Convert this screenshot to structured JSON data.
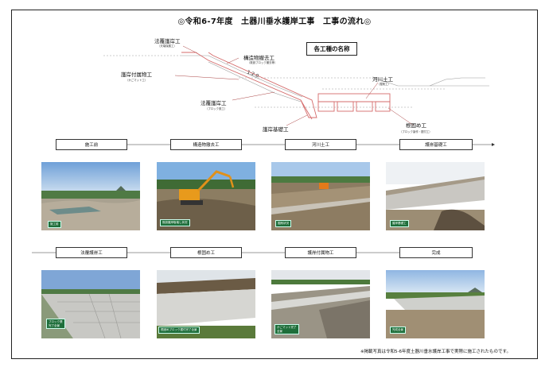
{
  "title": "◎令和6-7年度　土器川垂水護岸工事　工事の流れ◎",
  "legend_title": "各工種の名称",
  "diagram": {
    "labels": [
      {
        "name": "法覆護岸工",
        "sub": "（天端保護工）"
      },
      {
        "name": "構造物撤去工",
        "sub": "（既設ブロック撤去等）"
      },
      {
        "name": "護岸付属物工",
        "sub": "（かごマット工）"
      },
      {
        "name": "法覆護岸工",
        "sub": "（ブロック張工）"
      },
      {
        "name": "護岸基礎工",
        "sub": ""
      },
      {
        "name": "河川土工",
        "sub": "（掘削工）"
      },
      {
        "name": "根固め工",
        "sub": "（ブロック製作・据付工）"
      }
    ],
    "slope": "1:2.0"
  },
  "flow1": [
    "施工前",
    "構造物撤去工",
    "河川土工",
    "護岸基礎工"
  ],
  "flow2": [
    "法覆護岸工",
    "根固め工",
    "護岸付属物工",
    "完成"
  ],
  "captions1": [
    "施工前",
    "既設護岸取壊し状況",
    "掘削状況",
    "護岸基礎工"
  ],
  "captions2": [
    "ブロック張\n完了全景",
    "根固めブロック据付完了全景",
    "かごマット完了\n全景",
    "完成全景"
  ],
  "footnote": "※掲載写真は令和5-6年度土器川垂水護岸工事で実際に施工されたものです。"
}
